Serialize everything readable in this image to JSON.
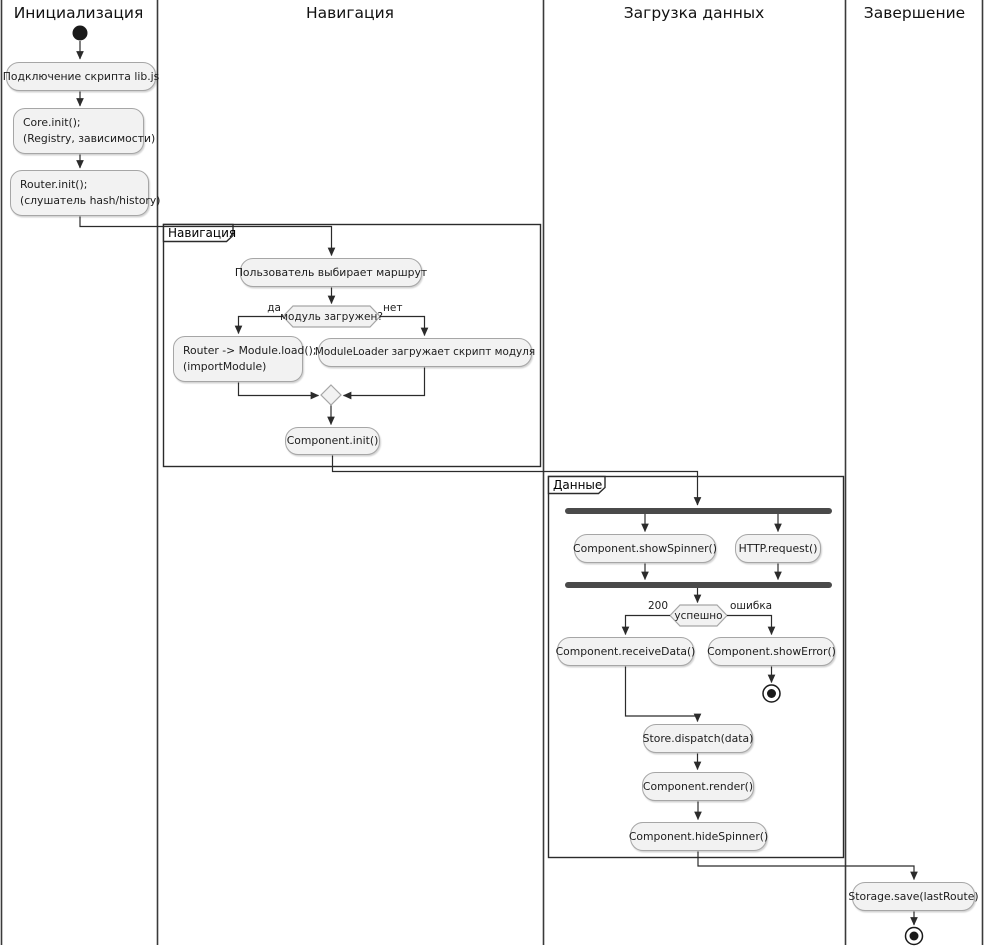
{
  "diagram": {
    "lanes": [
      {
        "label": "Инициализация"
      },
      {
        "label": "Навигация"
      },
      {
        "label": "Загрузка данных"
      },
      {
        "label": "Завершение"
      }
    ],
    "partitions": {
      "navigation": {
        "label": "Навигация"
      },
      "data": {
        "label": "Данные"
      }
    },
    "activities": {
      "attach_script": {
        "label": "Подключение скрипта lib.js"
      },
      "core_init": {
        "line1": "Core.init();",
        "line2": "(Registry, зависимости)"
      },
      "router_init": {
        "line1": "Router.init();",
        "line2": "(слушатель hash/history)"
      },
      "user_route": {
        "label": "Пользователь выбирает маршрут"
      },
      "module_load": {
        "line1": "Router -> Module.load();",
        "line2": "(importModule)"
      },
      "moduleloader": {
        "label": "ModuleLoader загружает скрипт модуля"
      },
      "component_init": {
        "label": "Component.init()"
      },
      "show_spinner": {
        "label": "Component.showSpinner()"
      },
      "http_request": {
        "label": "HTTP.request()"
      },
      "receive_data": {
        "label": "Component.receiveData()"
      },
      "show_error": {
        "label": "Component.showError()"
      },
      "store_dispatch": {
        "label": "Store.dispatch(data)"
      },
      "render": {
        "label": "Component.render()"
      },
      "hide_spinner": {
        "label": "Component.hideSpinner()"
      },
      "storage_save": {
        "label": "Storage.save(lastRoute)"
      }
    },
    "decisions": {
      "module_loaded": {
        "question": "модуль загружен?",
        "yes_label": "да",
        "no_label": "нет"
      },
      "request_result": {
        "question": "успешно",
        "ok_label": "200",
        "error_label": "ошибка"
      }
    },
    "colors": {
      "activity_fill": "#f2f2f2",
      "activity_border": "#a6a6a6",
      "line": "#2b2b2b",
      "fork_bar": "#4a4a4a"
    }
  }
}
